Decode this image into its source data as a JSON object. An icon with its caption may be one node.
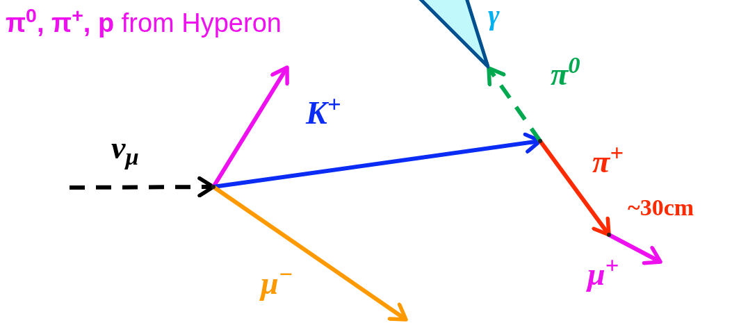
{
  "diagram": {
    "nodes": [
      {
        "text": [],
        "shape": "point"
      },
      {
        "text": [],
        "shape": "point"
      },
      {
        "text": [],
        "shape": "point"
      },
      {
        "text": [],
        "shape": "triangle",
        "beside": [
          "γ"
        ]
      }
    ],
    "edges": [
      {
        "from": null,
        "to": 0,
        "arrow": "to",
        "label": "ν$_{μ}$",
        "style": "dashed",
        "color": "#000000"
      },
      {
        "from": 0,
        "to": null,
        "arrow": "to",
        "label": "**π$^{0}$, π$^{+}$, p** from Hyperon",
        "color": "#ee10ee"
      },
      {
        "from": 0,
        "to": 1,
        "arrow": "to",
        "label": "K$^{+}$",
        "color": "#0a2cf5"
      },
      {
        "from": 0,
        "to": null,
        "arrow": "to",
        "label": "μ$^{−}$",
        "color": "#ff9900"
      },
      {
        "from": 1,
        "to": 3,
        "arrow": "to",
        "label": "π$^{0}$",
        "style": "dashed",
        "color": "#00a84f"
      },
      {
        "from": 1,
        "to": 2,
        "arrow": "to",
        "label": "π$^{+}$",
        "color": "#ff2a00"
      },
      {
        "from": 2,
        "to": null,
        "arrow": "to",
        "label": "μ$^{+}$",
        "color": "#ee10ee"
      }
    ],
    "labels": [
      "~30cm"
    ]
  }
}
